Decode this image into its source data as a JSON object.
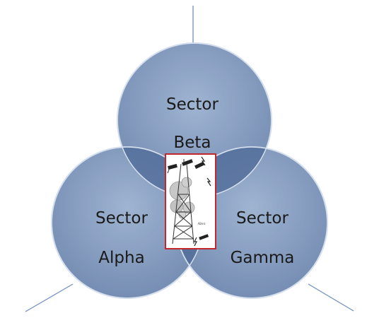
{
  "sectors": {
    "beta": {
      "line1": "Sector",
      "line2": "Beta"
    },
    "alpha": {
      "line1": "Sector",
      "line2": "Alpha"
    },
    "gamma": {
      "line1": "Sector",
      "line2": "Gamma"
    }
  },
  "tower": {
    "caption": "Alvo"
  },
  "colors": {
    "circle": "#7b94b8",
    "circle_light": "#93a9c8",
    "overlap": "#4e6a96",
    "circle_edge": "#c5d2e3",
    "line": "#6f8fc0",
    "tower_border": "#c0282d",
    "text": "#1a1a1a"
  }
}
